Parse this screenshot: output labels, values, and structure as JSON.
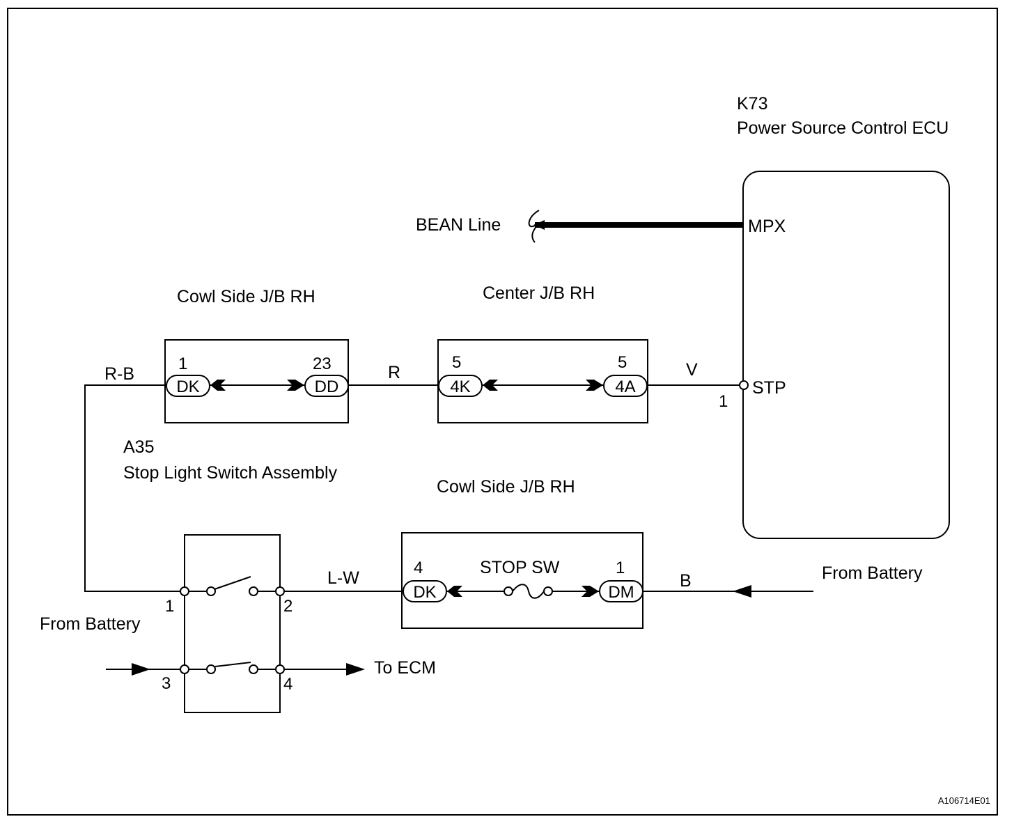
{
  "ecu": {
    "code": "K73",
    "name": "Power Source Control ECU",
    "pin_mpx": "MPX",
    "pin_stp": "STP",
    "pin_stp_number": "1"
  },
  "bean_line": "BEAN Line",
  "cowl_jb_top": {
    "title": "Cowl Side J/B RH",
    "left_pin": "1",
    "left_connector": "DK",
    "right_pin": "23",
    "right_connector": "DD"
  },
  "center_jb": {
    "title": "Center J/B RH",
    "left_pin": "5",
    "left_connector": "4K",
    "right_pin": "5",
    "right_connector": "4A"
  },
  "cowl_jb_bottom": {
    "title": "Cowl Side J/B RH",
    "left_pin": "4",
    "left_connector": "DK",
    "fuse": "STOP SW",
    "right_pin": "1",
    "right_connector": "DM"
  },
  "switch": {
    "code": "A35",
    "name": "Stop Light Switch Assembly",
    "pin1": "1",
    "pin2": "2",
    "pin3": "3",
    "pin4": "4"
  },
  "wires": {
    "r_b": "R-B",
    "r": "R",
    "v": "V",
    "l_w": "L-W",
    "b": "B"
  },
  "from_battery_right": "From Battery",
  "from_battery_left": "From Battery",
  "to_ecm": "To ECM",
  "figure_code": "A106714E01"
}
